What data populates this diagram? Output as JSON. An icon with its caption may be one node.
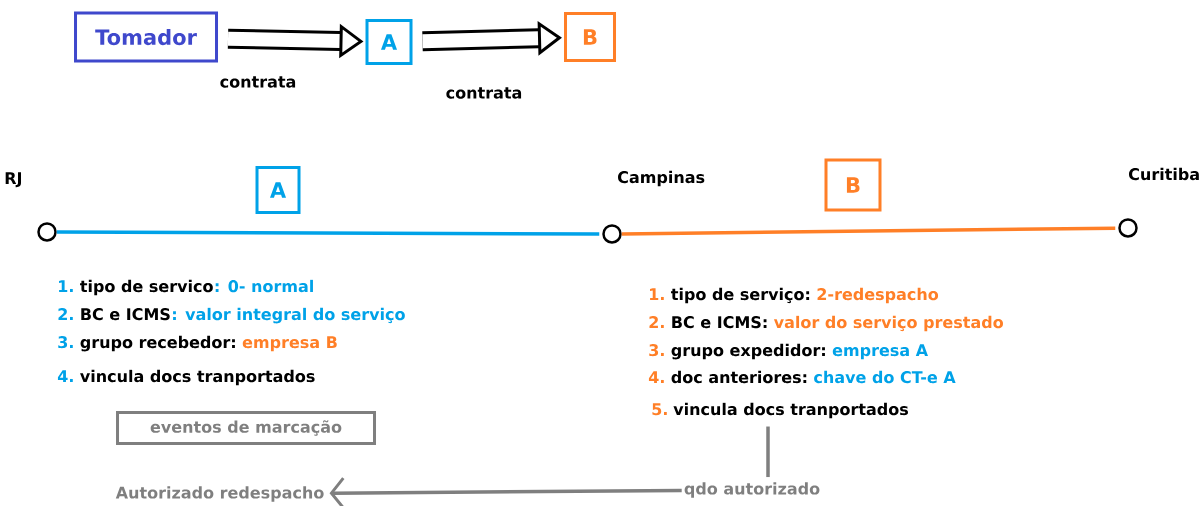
{
  "diagram": {
    "nodes": [
      {
        "text": [
          "Tomador"
        ]
      },
      {
        "text": [
          "A"
        ]
      },
      {
        "text": [
          "B"
        ]
      },
      {
        "text": [],
        "shape": "circle",
        "beside": [
          "RJ"
        ]
      },
      {
        "text": [],
        "shape": "circle",
        "beside": [
          "Campinas"
        ]
      },
      {
        "text": [],
        "shape": "circle",
        "beside": [
          "Curitiba"
        ]
      },
      {
        "text": [
          "A"
        ]
      },
      {
        "text": [
          "B"
        ]
      },
      {
        "text": [
          "eventos de marcação"
        ]
      },
      {
        "text": [
          "qdo autorizado"
        ]
      },
      {
        "text": [
          "Autorizado redespacho"
        ]
      },
      {
        "text": [
          "vincula docs tranportados"
        ],
        "beside": [
          "5."
        ]
      }
    ],
    "edges": [
      {
        "from": 0,
        "to": 1,
        "arrow": "to",
        "label": "contrata",
        "style": "thick"
      },
      {
        "from": 1,
        "to": 2,
        "arrow": "to",
        "label": "contrata",
        "style": "thick"
      },
      {
        "from": 3,
        "to": 4,
        "arrow": "none",
        "color": "#00a2e8"
      },
      {
        "from": 4,
        "to": 5,
        "arrow": "none",
        "color": "#ff7f27"
      },
      {
        "from": 11,
        "to": 9,
        "arrow": "none",
        "color": "#7f7f7f"
      },
      {
        "from": 9,
        "to": 10,
        "arrow": "to",
        "color": "#7f7f7f"
      }
    ],
    "labels": [
      "1.",
      "tipo de servico",
      ": 0-  normal",
      "2.",
      "BC e ICMS",
      ": valor integral do serviço",
      "3.",
      "grupo recebedor:",
      "empresa B",
      "4.",
      "vincula docs tranportados",
      "1.",
      "tipo de serviço:",
      "2-redespacho",
      "2.",
      "BC e ICMS:",
      "valor do serviço prestado",
      "3.",
      "grupo expedidor:",
      "empresa A",
      "4.",
      "doc anteriores:",
      "chave do CT-e A"
    ]
  }
}
